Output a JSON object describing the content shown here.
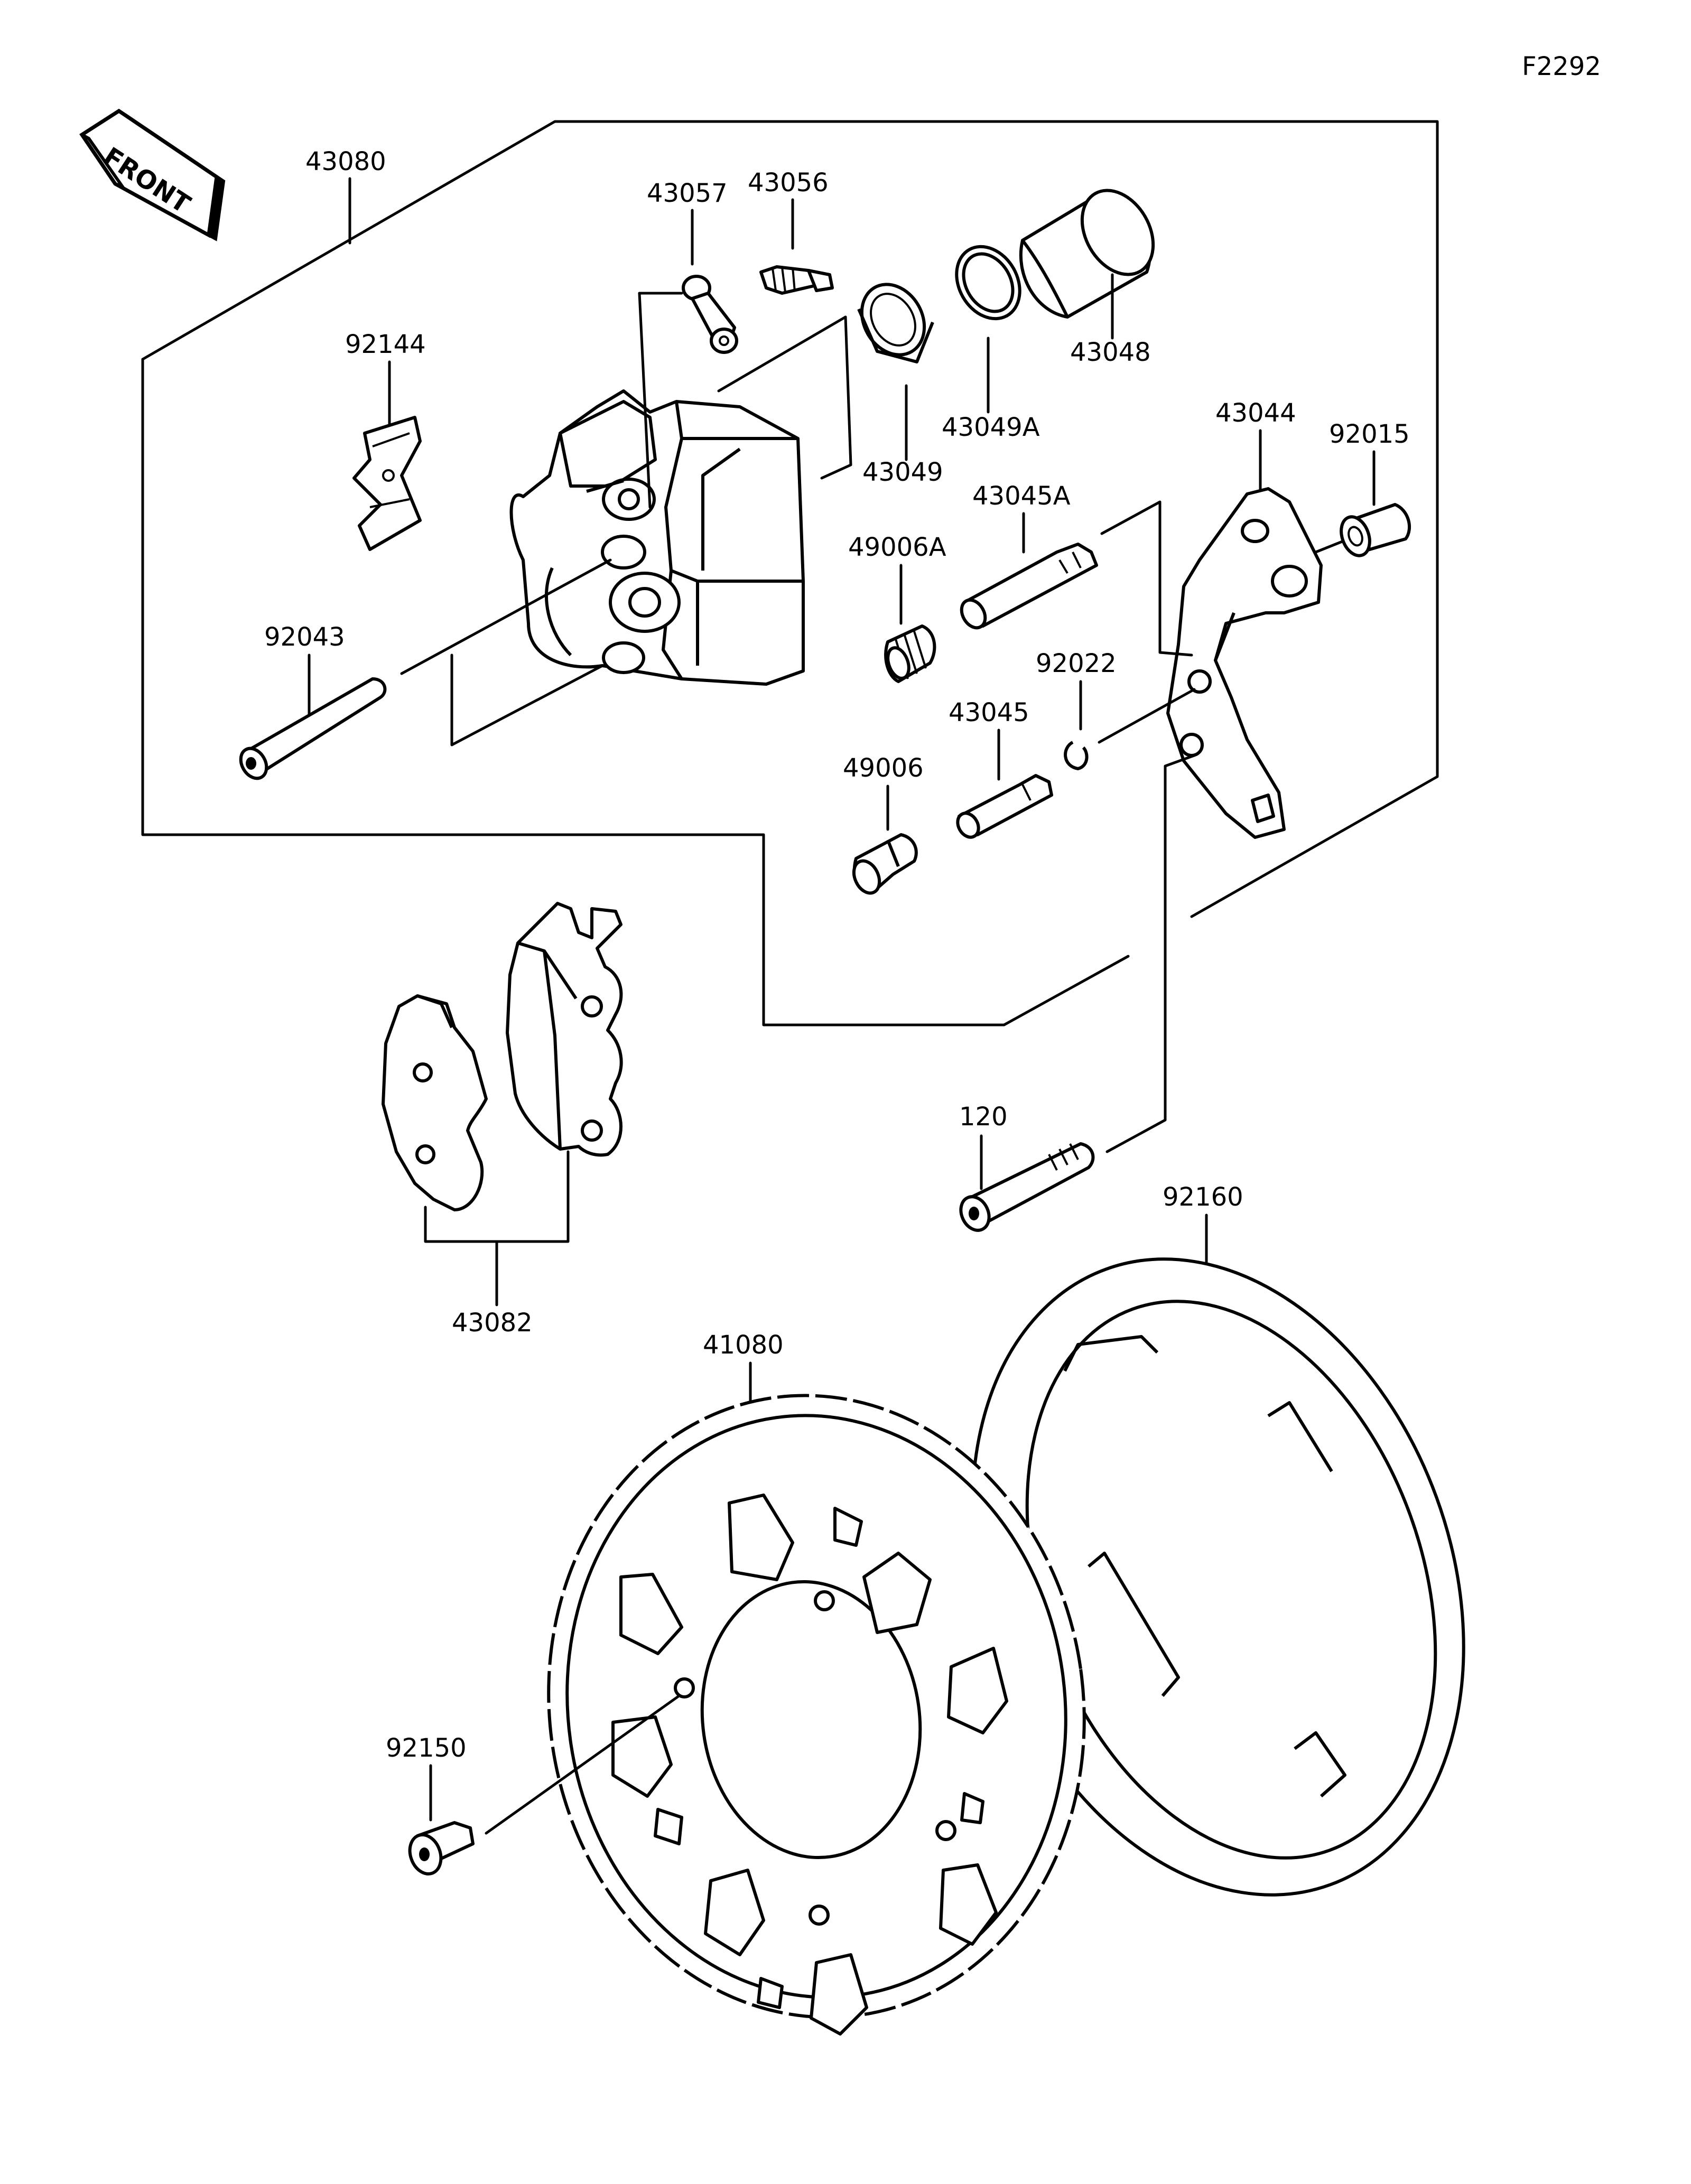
{
  "figure_code": "F2292",
  "front_label": "FRONT",
  "parts": {
    "p43080": "43080",
    "p43057": "43057",
    "p43056": "43056",
    "p43048": "43048",
    "p92144": "92144",
    "p43049A": "43049A",
    "p43049": "43049",
    "p43044": "43044",
    "p92015": "92015",
    "p43045A": "43045A",
    "p49006A": "49006A",
    "p92043": "92043",
    "p92022": "92022",
    "p43045": "43045",
    "p49006": "49006",
    "p120": "120",
    "p92160": "92160",
    "p43082": "43082",
    "p41080": "41080",
    "p92150": "92150"
  }
}
